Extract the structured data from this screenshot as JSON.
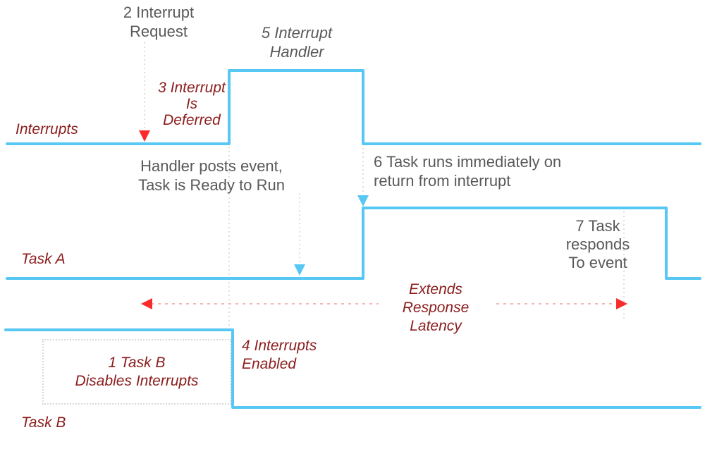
{
  "diagram": {
    "colors": {
      "signal_blue": "#57c7f3",
      "annotation_dark_red": "#8b1c1c",
      "annotation_gray": "#595959",
      "arrow_red": "#f92b2b",
      "guide_dotted": "#e7caca"
    },
    "timelines": [
      {
        "label": "Interrupts"
      },
      {
        "label": "Task A"
      },
      {
        "label": "Task B"
      }
    ],
    "annotations": {
      "interrupt_request": "2 Interrupt\nRequest",
      "interrupt_handler": "5 Interrupt\nHandler",
      "interrupt_deferred": "3 Interrupt\nIs\nDeferred",
      "handler_posts": "Handler posts event,\nTask is Ready to Run",
      "task_runs": "6 Task runs immediately on\nreturn from interrupt",
      "task_responds": "7 Task\nresponds\nTo event",
      "extends_latency": "Extends\nResponse\nLatency",
      "taskb_disables": "1 Task B\nDisables Interrupts",
      "interrupts_enabled": "4 Interrupts\nEnabled"
    }
  }
}
